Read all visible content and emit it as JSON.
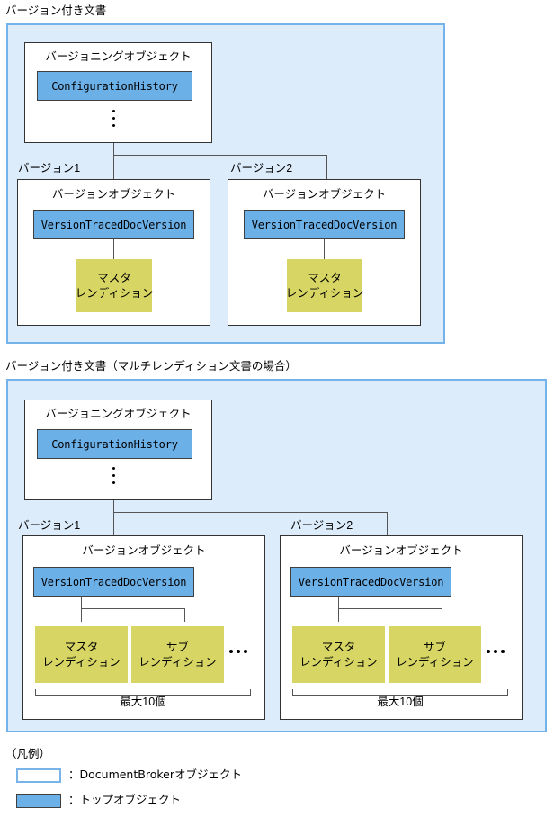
{
  "diagram": {
    "sections": [
      {
        "caption": "バージョン付き文書",
        "versioning_box": {
          "title": "バージョニングオブジェクト",
          "top_object": "ConfigurationHistory",
          "ellipsis": "vertical-ellipsis"
        },
        "versions": [
          {
            "tab_label": "バージョン1",
            "box_title": "バージョンオブジェクト",
            "top_object": "VersionTracedDocVersion",
            "renditions": [
              {
                "line1": "マスタ",
                "line2": "レンディション"
              }
            ]
          },
          {
            "tab_label": "バージョン2",
            "box_title": "バージョンオブジェクト",
            "top_object": "VersionTracedDocVersion",
            "renditions": [
              {
                "line1": "マスタ",
                "line2": "レンディション"
              }
            ]
          }
        ]
      },
      {
        "caption": "バージョン付き文書（マルチレンディション文書の場合）",
        "versioning_box": {
          "title": "バージョニングオブジェクト",
          "top_object": "ConfigurationHistory",
          "ellipsis": "vertical-ellipsis"
        },
        "versions": [
          {
            "tab_label": "バージョン1",
            "box_title": "バージョンオブジェクト",
            "top_object": "VersionTracedDocVersion",
            "renditions": [
              {
                "line1": "マスタ",
                "line2": "レンディション"
              },
              {
                "line1": "サブ",
                "line2": "レンディション"
              }
            ],
            "rendition_ellipsis": "horizontal-ellipsis",
            "bracket_label": "最大10個"
          },
          {
            "tab_label": "バージョン2",
            "box_title": "バージョンオブジェクト",
            "top_object": "VersionTracedDocVersion",
            "renditions": [
              {
                "line1": "マスタ",
                "line2": "レンディション"
              },
              {
                "line1": "サブ",
                "line2": "レンディション"
              }
            ],
            "rendition_ellipsis": "horizontal-ellipsis",
            "bracket_label": "最大10個"
          }
        ]
      }
    ],
    "legend": {
      "title": "（凡例）",
      "items": [
        {
          "swatch": "white-box-blue-border",
          "label": "：DocumentBrokerオブジェクト"
        },
        {
          "swatch": "blue-filled-box",
          "label": "：トップオブジェクト"
        }
      ]
    },
    "colors": {
      "panel_fill": "#ddecfa",
      "panel_border": "#74b2ea",
      "top_object_fill": "#6cb0e8",
      "top_object_border": "#3f3f3f",
      "rendition_fill": "#d7d664",
      "white_box_fill": "#ffffff",
      "white_box_border": "#333333",
      "connector": "#555555"
    }
  }
}
